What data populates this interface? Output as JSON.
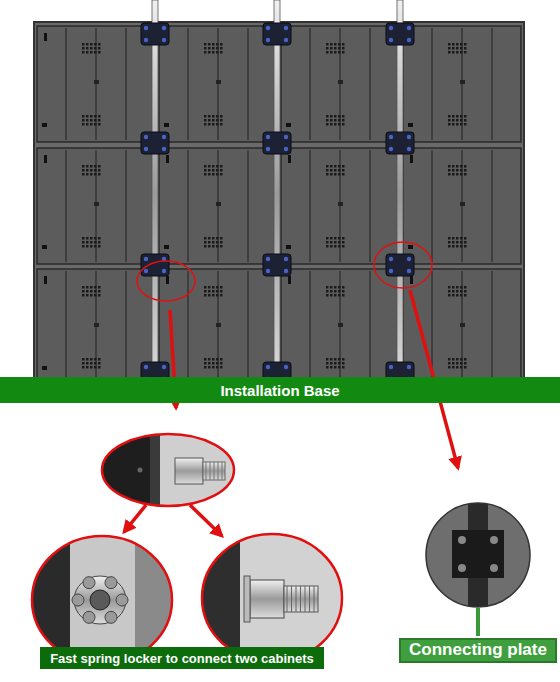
{
  "diagram": {
    "nodes": [
      {
        "text": [
          "Installation Base"
        ]
      },
      {
        "text": [
          "Connecting plate"
        ]
      },
      {
        "text": [
          "Fast spring locker to connect two cabinets"
        ]
      }
    ]
  }
}
